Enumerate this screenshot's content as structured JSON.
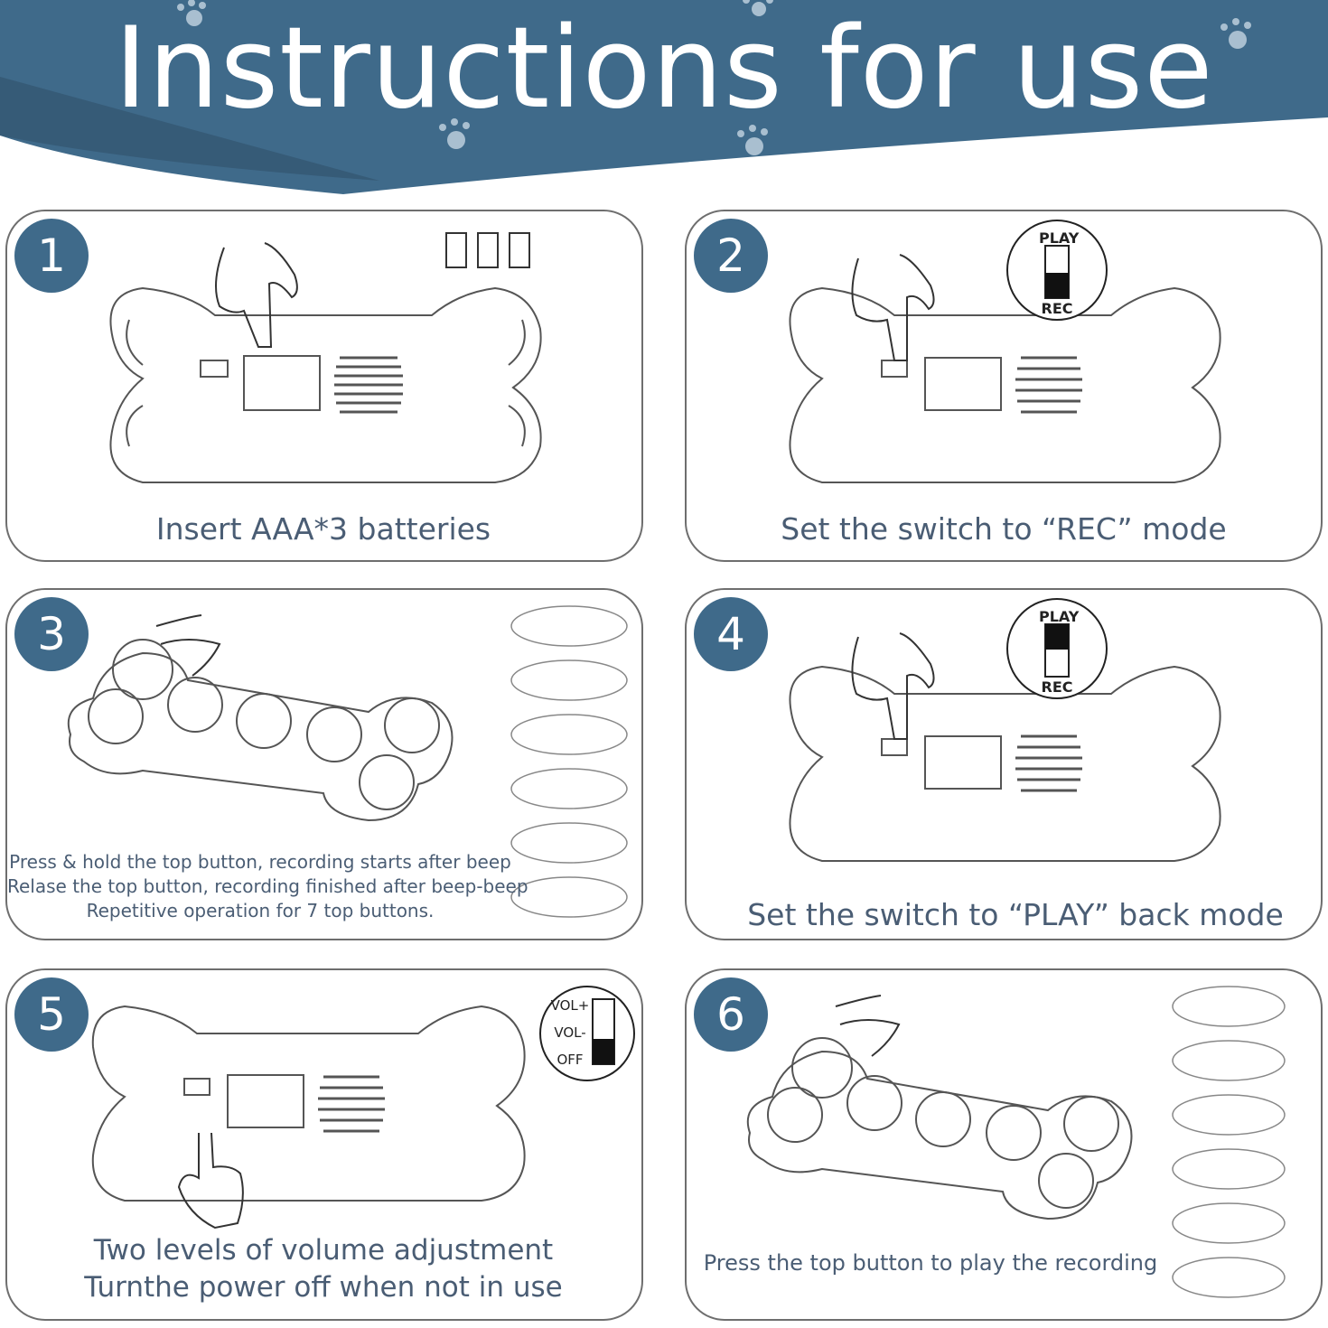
{
  "header": {
    "title": "Instructions for use",
    "bg_color": "#3f6a8a"
  },
  "steps": [
    {
      "number": "1",
      "caption": "Insert AAA*3 batteries"
    },
    {
      "number": "2",
      "caption": "Set the switch to  “REC” mode",
      "switch_top": "PLAY",
      "switch_bottom": "REC"
    },
    {
      "number": "3",
      "lines": [
        "Press & hold the top button, recording starts after beep",
        "Relase the top button, recording finished after beep-beep",
        "Repetitive operation for 7 top buttons."
      ]
    },
    {
      "number": "4",
      "caption": "Set the switch to  “PLAY” back mode",
      "switch_top": "PLAY",
      "switch_bottom": "REC"
    },
    {
      "number": "5",
      "lines": [
        "Two levels of volume adjustment",
        "Turnthe power off when not in use"
      ],
      "vol_labels": [
        "VOL+",
        "VOL-",
        "OFF"
      ]
    },
    {
      "number": "6",
      "caption": "Press the top button to play the recording"
    }
  ]
}
